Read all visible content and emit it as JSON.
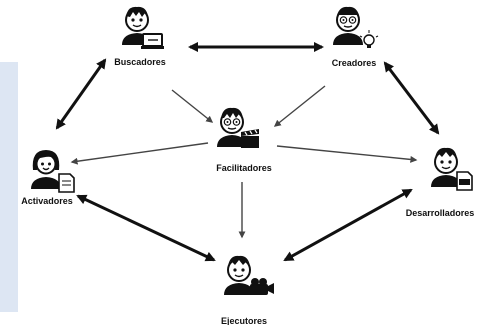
{
  "nodes": {
    "buscadores": {
      "label": "Buscadores"
    },
    "creadores": {
      "label": "Creadores"
    },
    "facilitadores": {
      "label": "Facilitadores"
    },
    "activadores": {
      "label": "Activadores"
    },
    "desarrolladores": {
      "label": "Desarrolladores"
    },
    "ejecutores": {
      "label": "Ejecutores"
    }
  },
  "edges": [
    {
      "from": "Buscadores",
      "to": "Creadores",
      "style": "double-headed",
      "weight": "thick"
    },
    {
      "from": "Buscadores",
      "to": "Activadores",
      "style": "double-headed",
      "weight": "thick"
    },
    {
      "from": "Creadores",
      "to": "Desarrolladores",
      "style": "double-headed",
      "weight": "thick"
    },
    {
      "from": "Activadores",
      "to": "Ejecutores",
      "style": "double-headed",
      "weight": "thick"
    },
    {
      "from": "Desarrolladores",
      "to": "Ejecutores",
      "style": "double-headed",
      "weight": "thick"
    },
    {
      "from": "Buscadores",
      "to": "Facilitadores",
      "style": "arrow",
      "weight": "thin"
    },
    {
      "from": "Creadores",
      "to": "Facilitadores",
      "style": "arrow",
      "weight": "thin"
    },
    {
      "from": "Facilitadores",
      "to": "Activadores",
      "style": "arrow",
      "weight": "thin"
    },
    {
      "from": "Facilitadores",
      "to": "Desarrolladores",
      "style": "arrow",
      "weight": "thin"
    },
    {
      "from": "Facilitadores",
      "to": "Ejecutores",
      "style": "arrow",
      "weight": "thin"
    }
  ],
  "icons": {
    "buscadores": "person-with-laptop-icon",
    "creadores": "person-with-lightbulb-icon",
    "facilitadores": "person-with-clapperboard-icon",
    "activadores": "person-with-document-icon",
    "desarrolladores": "person-with-pdf-icon",
    "ejecutores": "person-with-camera-icon"
  },
  "colors": {
    "line": "#111111",
    "panel": "#dde6f3"
  }
}
